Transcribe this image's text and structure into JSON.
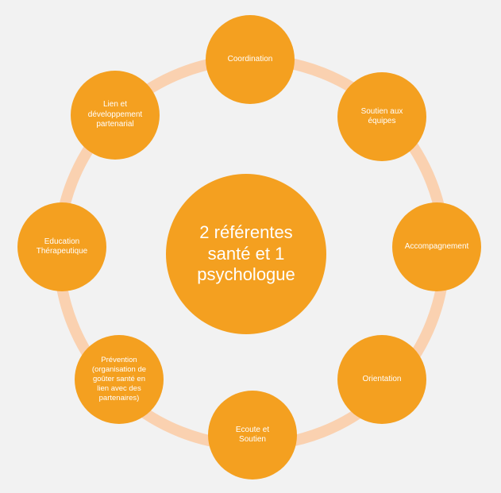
{
  "colors": {
    "background": "#f2f2f2",
    "node_fill": "#f4a020",
    "ring_stroke": "#fad1b0",
    "text": "#ffffff"
  },
  "center": {
    "label": "2 référentes\nsanté et 1\npsychologue"
  },
  "nodes": [
    {
      "name": "node-coordination",
      "label": "Coordination"
    },
    {
      "name": "node-soutien-aux-equipes",
      "label": "Soutien aux\néquipes"
    },
    {
      "name": "node-accompagnement",
      "label": "Accompagnement"
    },
    {
      "name": "node-orientation",
      "label": "Orientation"
    },
    {
      "name": "node-ecoute-et-soutien",
      "label": "Ecoute et\nSoutien"
    },
    {
      "name": "node-prevention",
      "label": "Prévention\n(organisation de\ngoûter santé en\nlien avec des\npartenaires)"
    },
    {
      "name": "node-education-therapeutique",
      "label": "Education\nThérapeutique"
    },
    {
      "name": "node-lien-developpement",
      "label": "Lien et\ndéveloppement\npartenarial"
    }
  ]
}
